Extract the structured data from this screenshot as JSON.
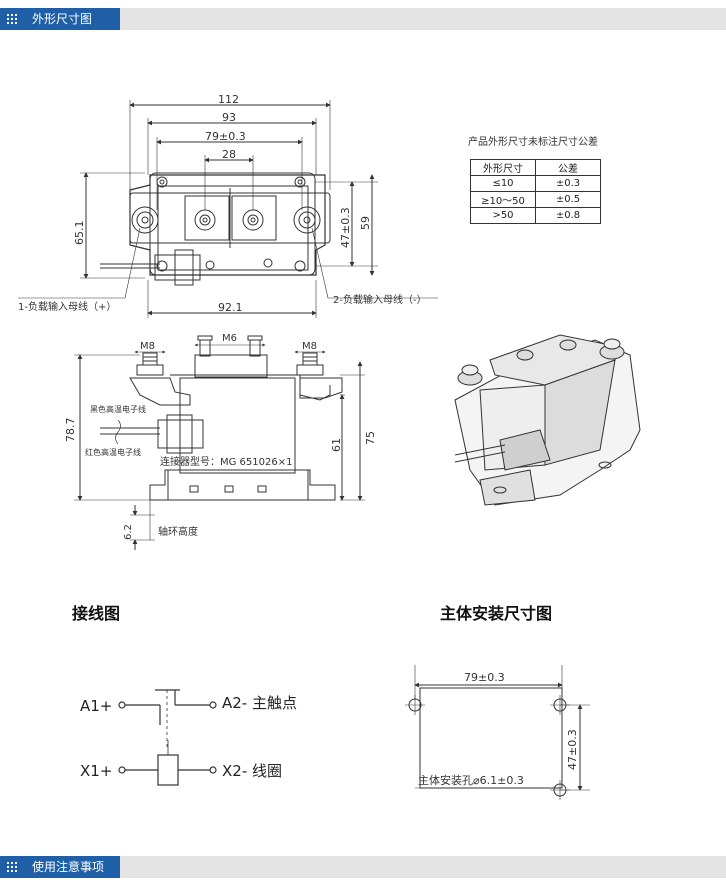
{
  "sections": {
    "top_title": "外形尺寸图",
    "bottom_title": "使用注意事项",
    "wiring_title": "接线图",
    "mounting_title": "主体安装尺寸图"
  },
  "tolerance": {
    "note": "产品外形尺寸未标注尺寸公差",
    "headers": [
      "外形尺寸",
      "公差"
    ],
    "rows": [
      [
        "≤10",
        "±0.3"
      ],
      [
        "≥10～50",
        "±0.5"
      ],
      [
        ">50",
        "±0.8"
      ]
    ]
  },
  "top_view": {
    "dim_112": "112",
    "dim_93": "93",
    "dim_79": "79±0.3",
    "dim_28": "28",
    "dim_65": "65.1",
    "dim_47": "47±0.3",
    "dim_59": "59",
    "dim_92": "92.1",
    "label_left": "1-负载输入母线（+）",
    "label_right": "2-负载输入母线（-）"
  },
  "side_view": {
    "m8_left": "M8",
    "m6": "M6",
    "m8_right": "M8",
    "dim_78": "78.7",
    "dim_75": "75",
    "dim_61": "61",
    "dim_6": "6.2",
    "black_wire": "黑色高温电子线",
    "red_wire": "红色高温电子线",
    "connector": "连接器型号：MG 651026×1",
    "axis_ring": "轴环高度"
  },
  "wiring": {
    "a1": "A1+",
    "a2": "A2- 主触点",
    "x1": "X1+",
    "x2": "X2- 线圈"
  },
  "mounting": {
    "dim_79": "79±0.3",
    "dim_47": "47±0.3",
    "hole": "主体安装孔⌀6.1±0.3"
  }
}
